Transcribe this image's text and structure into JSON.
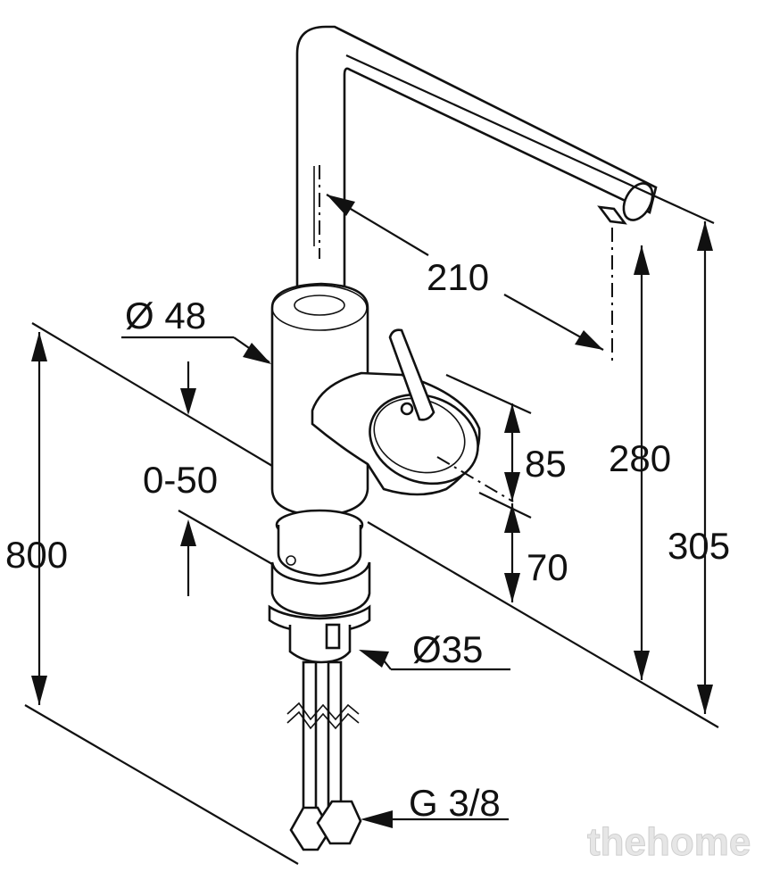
{
  "dimensions": {
    "spout_reach": "210",
    "body_diameter": "Ø 48",
    "base_diameter": "Ø35",
    "adjust_range": "0-50",
    "lever_height": "85",
    "lever_base": "70",
    "spout_outlet_height": "280",
    "total_height": "305",
    "worktop_height": "800",
    "connection_thread": "G 3/8"
  },
  "watermark": "thehome"
}
